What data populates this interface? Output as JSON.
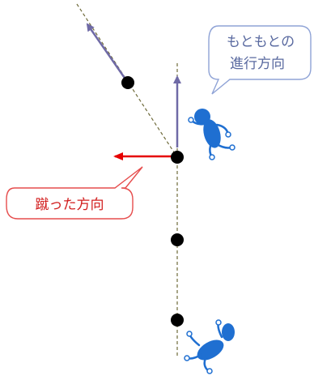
{
  "labels": {
    "original_direction_line1": "もともとの",
    "original_direction_line2": "進行方向",
    "kicked_direction": "蹴った方向"
  },
  "colors": {
    "path_dashes": "#6e6a3a",
    "original_arrow": "#6f6aa6",
    "kick_arrow": "#e60000",
    "bubble_blue": "#8fa3d6",
    "bubble_red": "#e64d4d",
    "label_blue": "#5a6aa0",
    "label_red": "#d21e1e",
    "figure_blue": "#1f6fd1",
    "dot": "#000000"
  },
  "icons": {
    "top_figure": "running-person-icon",
    "bottom_figure": "running-person-icon"
  }
}
